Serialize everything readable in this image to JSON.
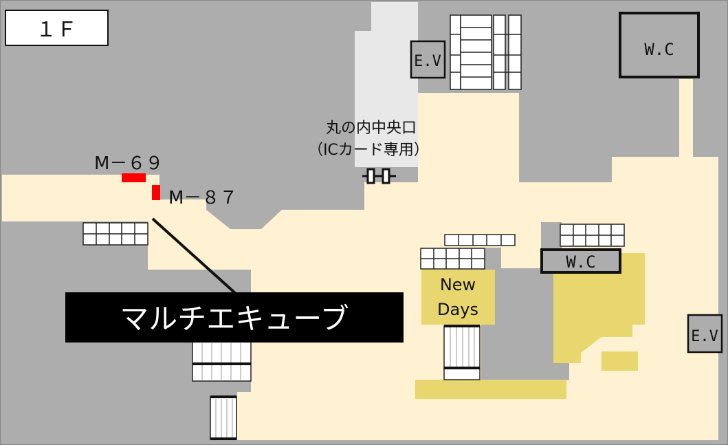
{
  "floor_label": "１Ｆ",
  "gate": {
    "line1": "丸の内中央口",
    "line2": "（ICカード専用）"
  },
  "lockers": [
    {
      "label": "M－６９",
      "color": "#ff0000"
    },
    {
      "label": "M－８７",
      "color": "#ff0000"
    }
  ],
  "callout": "マルチエキューブ",
  "shop": {
    "line1": "New",
    "line2": "Days"
  },
  "wc_top": "W.C",
  "wc_mid": "W.C",
  "ev_top": "E.V",
  "ev_right": "E.V",
  "colors": {
    "wall": "#adadad",
    "floor": "#fff2d2",
    "shop": "#e8d66e",
    "gate_area": "#e8e8e8",
    "callout_bg": "#000000"
  }
}
